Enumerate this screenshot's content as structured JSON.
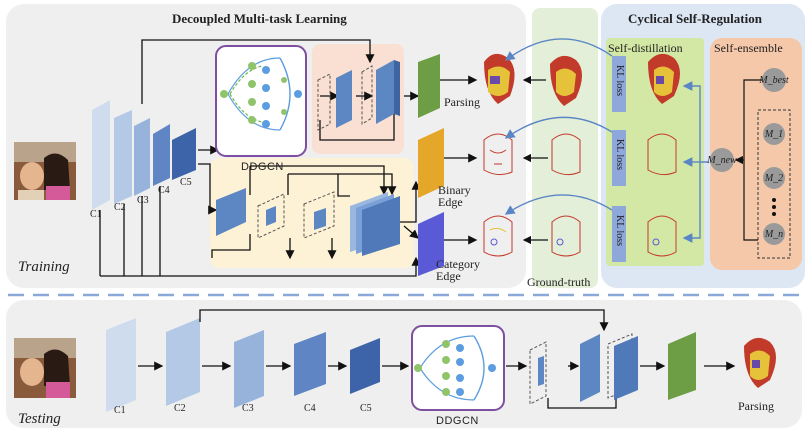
{
  "training": {
    "phase_label": "Training",
    "section_title": "Decoupled Multi-task Learning",
    "backbone_labels": [
      "C1",
      "C2",
      "C3",
      "C4",
      "C5"
    ],
    "module_label": "DDGCN",
    "outputs": {
      "parsing": "Parsing",
      "binary_edge": "Binary\nEdge",
      "category_edge": "Category\nEdge"
    },
    "ground_truth": "Ground-truth"
  },
  "self_regulation": {
    "title": "Cyclical Self-Regulation",
    "distillation": "Self-distillation",
    "ensemble": "Self-ensemble",
    "kl_loss": "KL loss",
    "m_best": "M_best",
    "m_new": "M_new",
    "models": [
      "M_1",
      "M_2",
      "M_n"
    ]
  },
  "testing": {
    "phase_label": "Testing",
    "backbone_labels": [
      "C1",
      "C2",
      "C3",
      "C4",
      "C5"
    ],
    "module_label": "DDGCN",
    "output": "Parsing"
  },
  "colors": {
    "panel_gray": "#efefef",
    "peach": "#f9e0d2",
    "cream": "#fdf2d6",
    "green_gt": "#e3efd8",
    "blue_panel": "#dde7f4",
    "orange_panel": "#f6c8aa",
    "green_block": "#6d9e45",
    "yellow_block": "#e4a72a",
    "purple_block": "#5a5ad6",
    "purple_frame": "#7e4ea0",
    "kl_bar": "#8fa8dc"
  }
}
